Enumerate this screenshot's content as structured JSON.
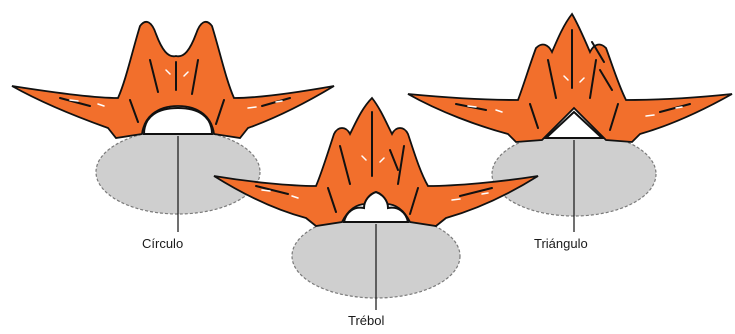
{
  "labels": {
    "circle": "Círculo",
    "trefoil": "Trébol",
    "triangle": "Triángulo"
  },
  "colors": {
    "bone": "#f26f2c",
    "disc": "#cfcfcf",
    "disc_outline": "#7a7a7a",
    "shadow": "#111111",
    "canal": "#ffffff",
    "pointer_line": "#222222"
  }
}
